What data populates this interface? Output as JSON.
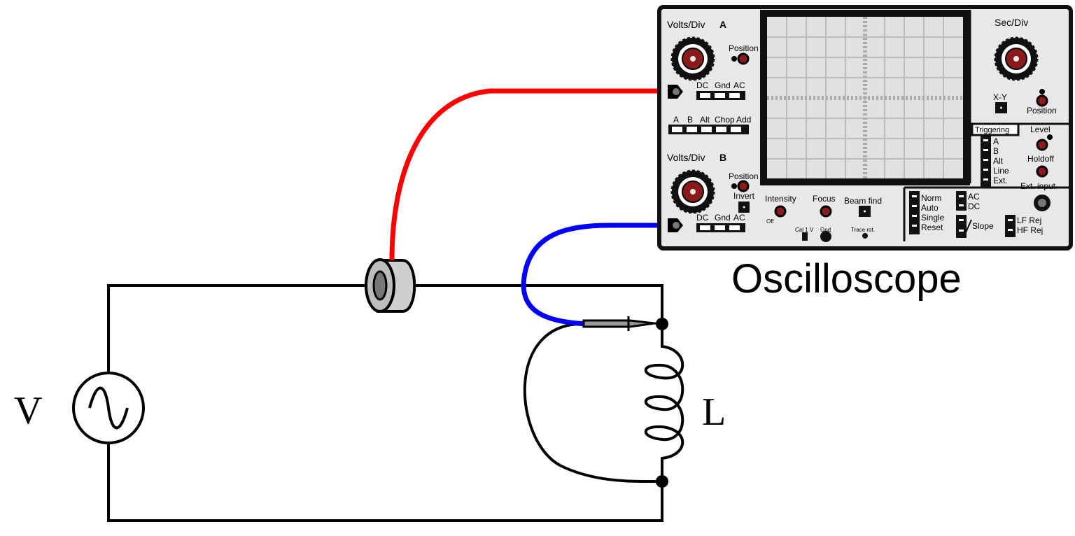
{
  "oscilloscope": {
    "title": "Oscilloscope",
    "channel_a": {
      "volts_div_label": "Volts/Div",
      "channel_letter": "A",
      "position_label": "Position",
      "coupling_labels": [
        "DC",
        "Gnd",
        "AC"
      ]
    },
    "mode_labels": [
      "A",
      "B",
      "Alt",
      "Chop",
      "Add"
    ],
    "channel_b": {
      "volts_div_label": "Volts/Div",
      "channel_letter": "B",
      "position_label": "Position",
      "invert_label": "Invert",
      "coupling_labels": [
        "DC",
        "Gnd",
        "AC"
      ]
    },
    "display_controls": {
      "intensity": "Intensity",
      "off": "Off",
      "focus": "Focus",
      "beam_find": "Beam find",
      "cal": "Cal 1 V",
      "gnd": "Gnd",
      "trace_rot": "Trace rot."
    },
    "timebase": {
      "sec_div_label": "Sec/Div",
      "xy_label": "X-Y",
      "position_label": "Position"
    },
    "triggering": {
      "title": "Triggering",
      "sources": [
        "A",
        "B",
        "Alt",
        "Line",
        "Ext."
      ],
      "level": "Level",
      "holdoff": "Holdoff",
      "ext_input": "Ext. input",
      "modes": [
        "Norm",
        "Auto",
        "Single",
        "Reset"
      ],
      "coupling": [
        "AC",
        "DC"
      ],
      "slope": "Slope",
      "reject": [
        "LF Rej",
        "HF Rej"
      ]
    }
  },
  "circuit": {
    "source_label": "V",
    "inductor_label": "L"
  },
  "colors": {
    "probe_a_cable": "#ff0000",
    "probe_b_cable": "#0000ff",
    "knob": "#8b1a1a",
    "panel": "#e8e8e8",
    "frame": "#111111"
  }
}
